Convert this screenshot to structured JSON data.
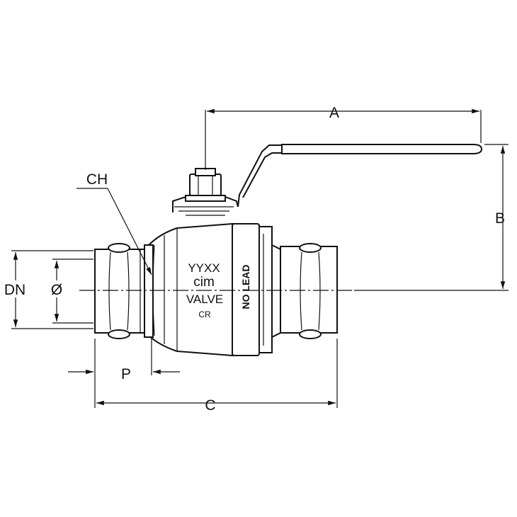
{
  "dimensions": {
    "a": "A",
    "b": "B",
    "c": "C",
    "p": "P",
    "dn": "DN",
    "diameter": "Ø",
    "ch": "CH"
  },
  "body_marking": {
    "line1": "YYXX",
    "line2": "cim",
    "line3": "VALVE",
    "line4": "CR",
    "side": "NO LEAD"
  }
}
